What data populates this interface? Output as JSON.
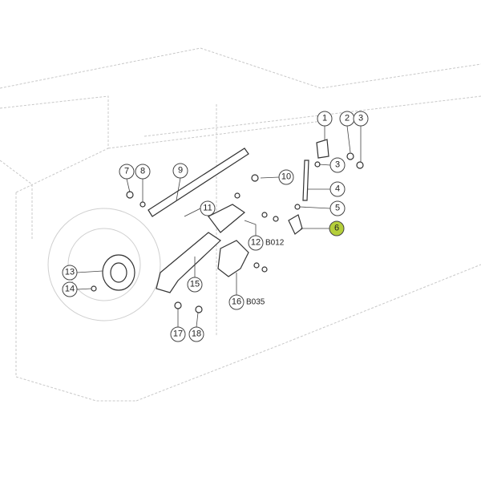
{
  "callouts": [
    {
      "label": "1"
    },
    {
      "label": "2"
    },
    {
      "label": "3"
    },
    {
      "label": "3"
    },
    {
      "label": "4"
    },
    {
      "label": "5"
    },
    {
      "label": "6",
      "highlight": true
    },
    {
      "label": "7"
    },
    {
      "label": "8"
    },
    {
      "label": "9"
    },
    {
      "label": "10"
    },
    {
      "label": "11"
    },
    {
      "label": "12"
    },
    {
      "label": "13"
    },
    {
      "label": "14"
    },
    {
      "label": "15"
    },
    {
      "label": "16"
    },
    {
      "label": "17"
    },
    {
      "label": "18"
    }
  ],
  "codes": {
    "b012": "B012",
    "b035": "B035"
  },
  "colors": {
    "highlight": "#b5cf3a"
  }
}
